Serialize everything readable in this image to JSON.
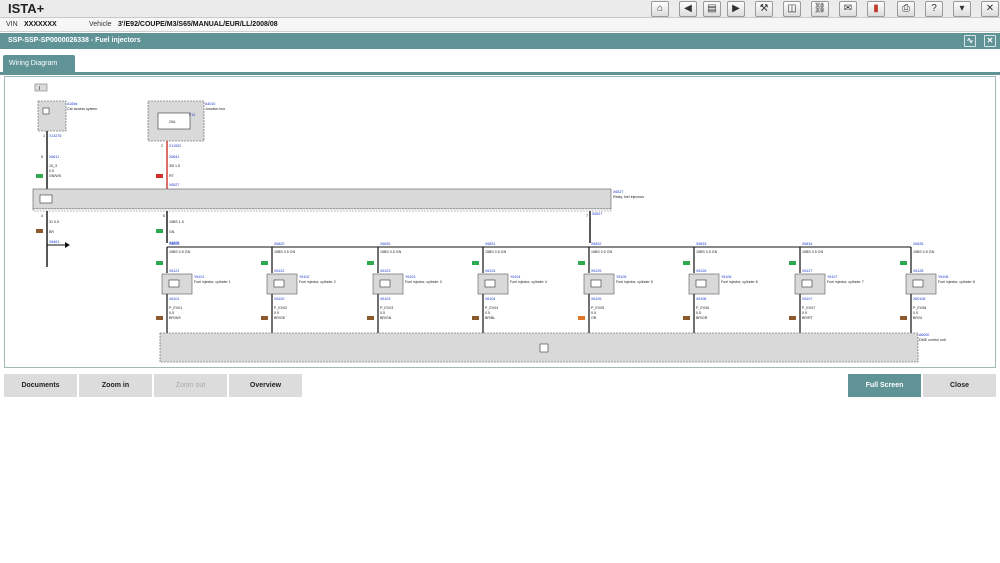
{
  "app": {
    "title": "ISTA+"
  },
  "toolbar": {
    "buttons": [
      {
        "icon": "home-icon",
        "glyph": "⌂"
      },
      {
        "icon": "arrow-left-icon",
        "glyph": "◀"
      },
      {
        "icon": "document-icon",
        "glyph": "▤"
      },
      {
        "icon": "arrow-right-icon",
        "glyph": "▶"
      },
      {
        "icon": "wrench-icon",
        "glyph": "⚒"
      },
      {
        "icon": "book-icon",
        "glyph": "◫"
      },
      {
        "icon": "link-icon",
        "glyph": "⛓"
      },
      {
        "icon": "mail-icon",
        "glyph": "✉"
      },
      {
        "icon": "battery-icon",
        "glyph": "▮"
      },
      {
        "icon": "printer-icon",
        "glyph": "⎙"
      },
      {
        "icon": "help-icon",
        "glyph": "?"
      },
      {
        "icon": "dropdown-icon",
        "glyph": "▾"
      },
      {
        "icon": "close-icon",
        "glyph": "✕"
      }
    ]
  },
  "vehicle_bar": {
    "vin_label": "VIN",
    "vin_value": "XXXXXXX",
    "vehicle_label": "Vehicle",
    "vehicle_value": "3'/E92/COUPE/M3/S65/MANUAL/EUR/LL/2008/08"
  },
  "document": {
    "title": "SSP-SSP-SP0000026338  -  Fuel injectors",
    "icons": [
      "chart-icon",
      "close-icon"
    ]
  },
  "tab": {
    "label": "Wiring Diagram"
  },
  "diagram": {
    "toggle_label": "I",
    "car_access": {
      "code": "A169a",
      "name": "Car access system",
      "conn": "X13276",
      "pin_top": "1",
      "pin_wire": "8",
      "node": "X6611",
      "signal": "15_3",
      "size": "0.5",
      "color": "GN/WS"
    },
    "junction": {
      "code": "A4010",
      "name": "Junction box",
      "sub": "F12",
      "glyph": "20A",
      "conn": "X11002",
      "pin_top": "2",
      "node": "X6641",
      "sig1": "30f 1.5",
      "sig2": "RT",
      "bottom": "X6527"
    },
    "relay": {
      "code": "X6527",
      "name": "Relay, fuel injectors",
      "pins": [
        "4",
        "6",
        "7"
      ]
    },
    "ground": {
      "node": "X6461",
      "sig": "31 0.5",
      "color": "BR",
      "pin": "3"
    },
    "bus_top": {
      "code": "X6527",
      "sig": "15BS 1.5",
      "color": "GN",
      "node": "X6806"
    },
    "injectors": [
      {
        "top": "X6828",
        "wire": "15BS 0.5 GN",
        "conn": "X6121",
        "code": "Y6101",
        "name": "Fuel injector, cylinder 1",
        "sig": "P_EV01",
        "size": "0.5",
        "color": "BR/WS",
        "bottom": "X6101"
      },
      {
        "top": "X6829",
        "wire": "15BS 0.5 GN",
        "conn": "X6122",
        "code": "Y6102",
        "name": "Fuel injector, cylinder 2",
        "sig": "P_EV02",
        "size": "0.5",
        "color": "BR/GE",
        "bottom": "X6102"
      },
      {
        "top": "X6830",
        "wire": "15BS 0.5 GN",
        "conn": "X6123",
        "code": "Y6103",
        "name": "Fuel injector, cylinder 3",
        "sig": "P_EV03",
        "size": "0.5",
        "color": "BR/GN",
        "bottom": "X6103"
      },
      {
        "top": "X6831",
        "wire": "15BS 0.5 GN",
        "conn": "X6124",
        "code": "Y6104",
        "name": "Fuel injector, cylinder 4",
        "sig": "P_EV04",
        "size": "0.5",
        "color": "BR/BL",
        "bottom": "X6104"
      },
      {
        "top": "X6832",
        "wire": "15BS 0.5 GN",
        "conn": "X6125",
        "code": "Y6105",
        "name": "Fuel injector, cylinder 5",
        "sig": "P_EV05",
        "size": "0.5",
        "color": "OR",
        "bottom": "X6105"
      },
      {
        "top": "X6833",
        "wire": "15BS 0.5 GN",
        "conn": "X6126",
        "code": "Y6106",
        "name": "Fuel injector, cylinder 6",
        "sig": "P_EV06",
        "size": "0.5",
        "color": "BR/GR",
        "bottom": "X6106"
      },
      {
        "top": "X6834",
        "wire": "15BS 0.5 GN",
        "conn": "X6127",
        "code": "Y6107",
        "name": "Fuel injector, cylinder 7",
        "sig": "P_EV07",
        "size": "0.5",
        "color": "BR/RT",
        "bottom": "X6107"
      },
      {
        "top": "X6835",
        "wire": "15BS 0.5 GN",
        "conn": "X6128",
        "code": "Y6108",
        "name": "Fuel injector, cylinder 8",
        "sig": "P_EV08",
        "size": "0.5",
        "color": "BR/VI",
        "bottom": "X60108"
      }
    ],
    "dme": {
      "code": "A6000",
      "name": "DME control unit"
    }
  },
  "buttons": {
    "documents": "Documents",
    "zoom_in": "Zoom in",
    "zoom_out": "Zoom out",
    "overview": "Overview",
    "full_screen": "Full Screen",
    "close": "Close"
  },
  "colors": {
    "teal": "#5f9396",
    "wire_green": "#2fa84f",
    "wire_red": "#d0302a",
    "wire_brown": "#8a5a2b",
    "component_gray": "#d9d9d9"
  }
}
